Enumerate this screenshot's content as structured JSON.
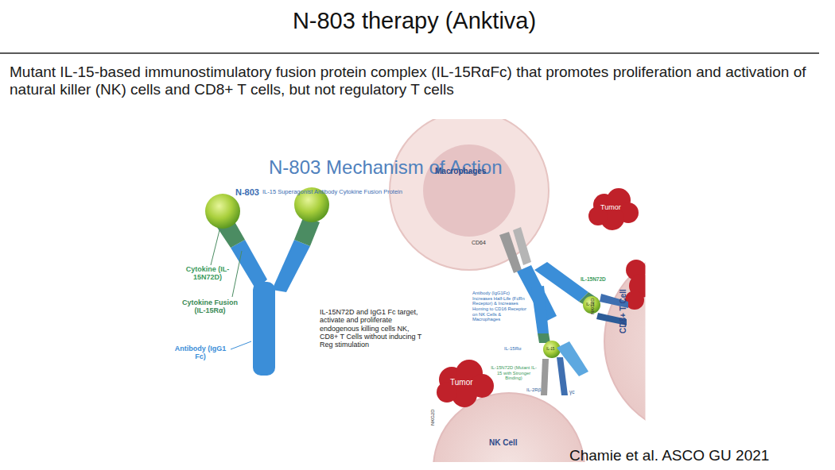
{
  "diagram": {
    "title": "N-803 therapy (Anktiva)",
    "caption": "Chamie et al. ASCO GU 2021",
    "nodes": [
      {
        "text": [
          "Macrophages",
          "CD64"
        ]
      },
      {
        "text": [
          "Tumor"
        ]
      },
      {
        "text": [
          "Tumor"
        ]
      },
      {
        "text": [
          "CD8+ T Cell",
          "NKG2D"
        ]
      },
      {
        "text": [
          "Tumor"
        ]
      },
      {
        "text": [
          "NK Cell",
          "NKG2D"
        ]
      }
    ],
    "labels": [
      "Mutant IL-15-based immunostimulatory fusion protein complex (IL-15RαFc) that promotes proliferation and activation of natural killer (NK) cells and CD8+ T cells, but not regulatory T cells",
      "N-803 Mechanism of Action",
      "N-803",
      "IL-15 Superagonist Antibody Cytokine Fusion Protein",
      "Cytokine (IL-15N72D)",
      "Cytokine Fusion (IL-15Rα)",
      "Antibody (IgG1 Fc)",
      "IL-15N72D and IgG1 Fc target, activate and proliferate endogenous killing cells NK, CD8+ T Cells without inducing T Reg stimulation",
      "Antibody (IgG1Fc) Increases Half-Life (FcRn Receptor) & Increases Homing to CD16 Receptor on NK Cells & Macrophages",
      "IL-15N72D",
      "IL-15Rα",
      "IL-15",
      "IL-15",
      "IL-15N72D (Mutant IL-15 with Stronger Binding)",
      "IL-2Rβ",
      "γc"
    ]
  }
}
